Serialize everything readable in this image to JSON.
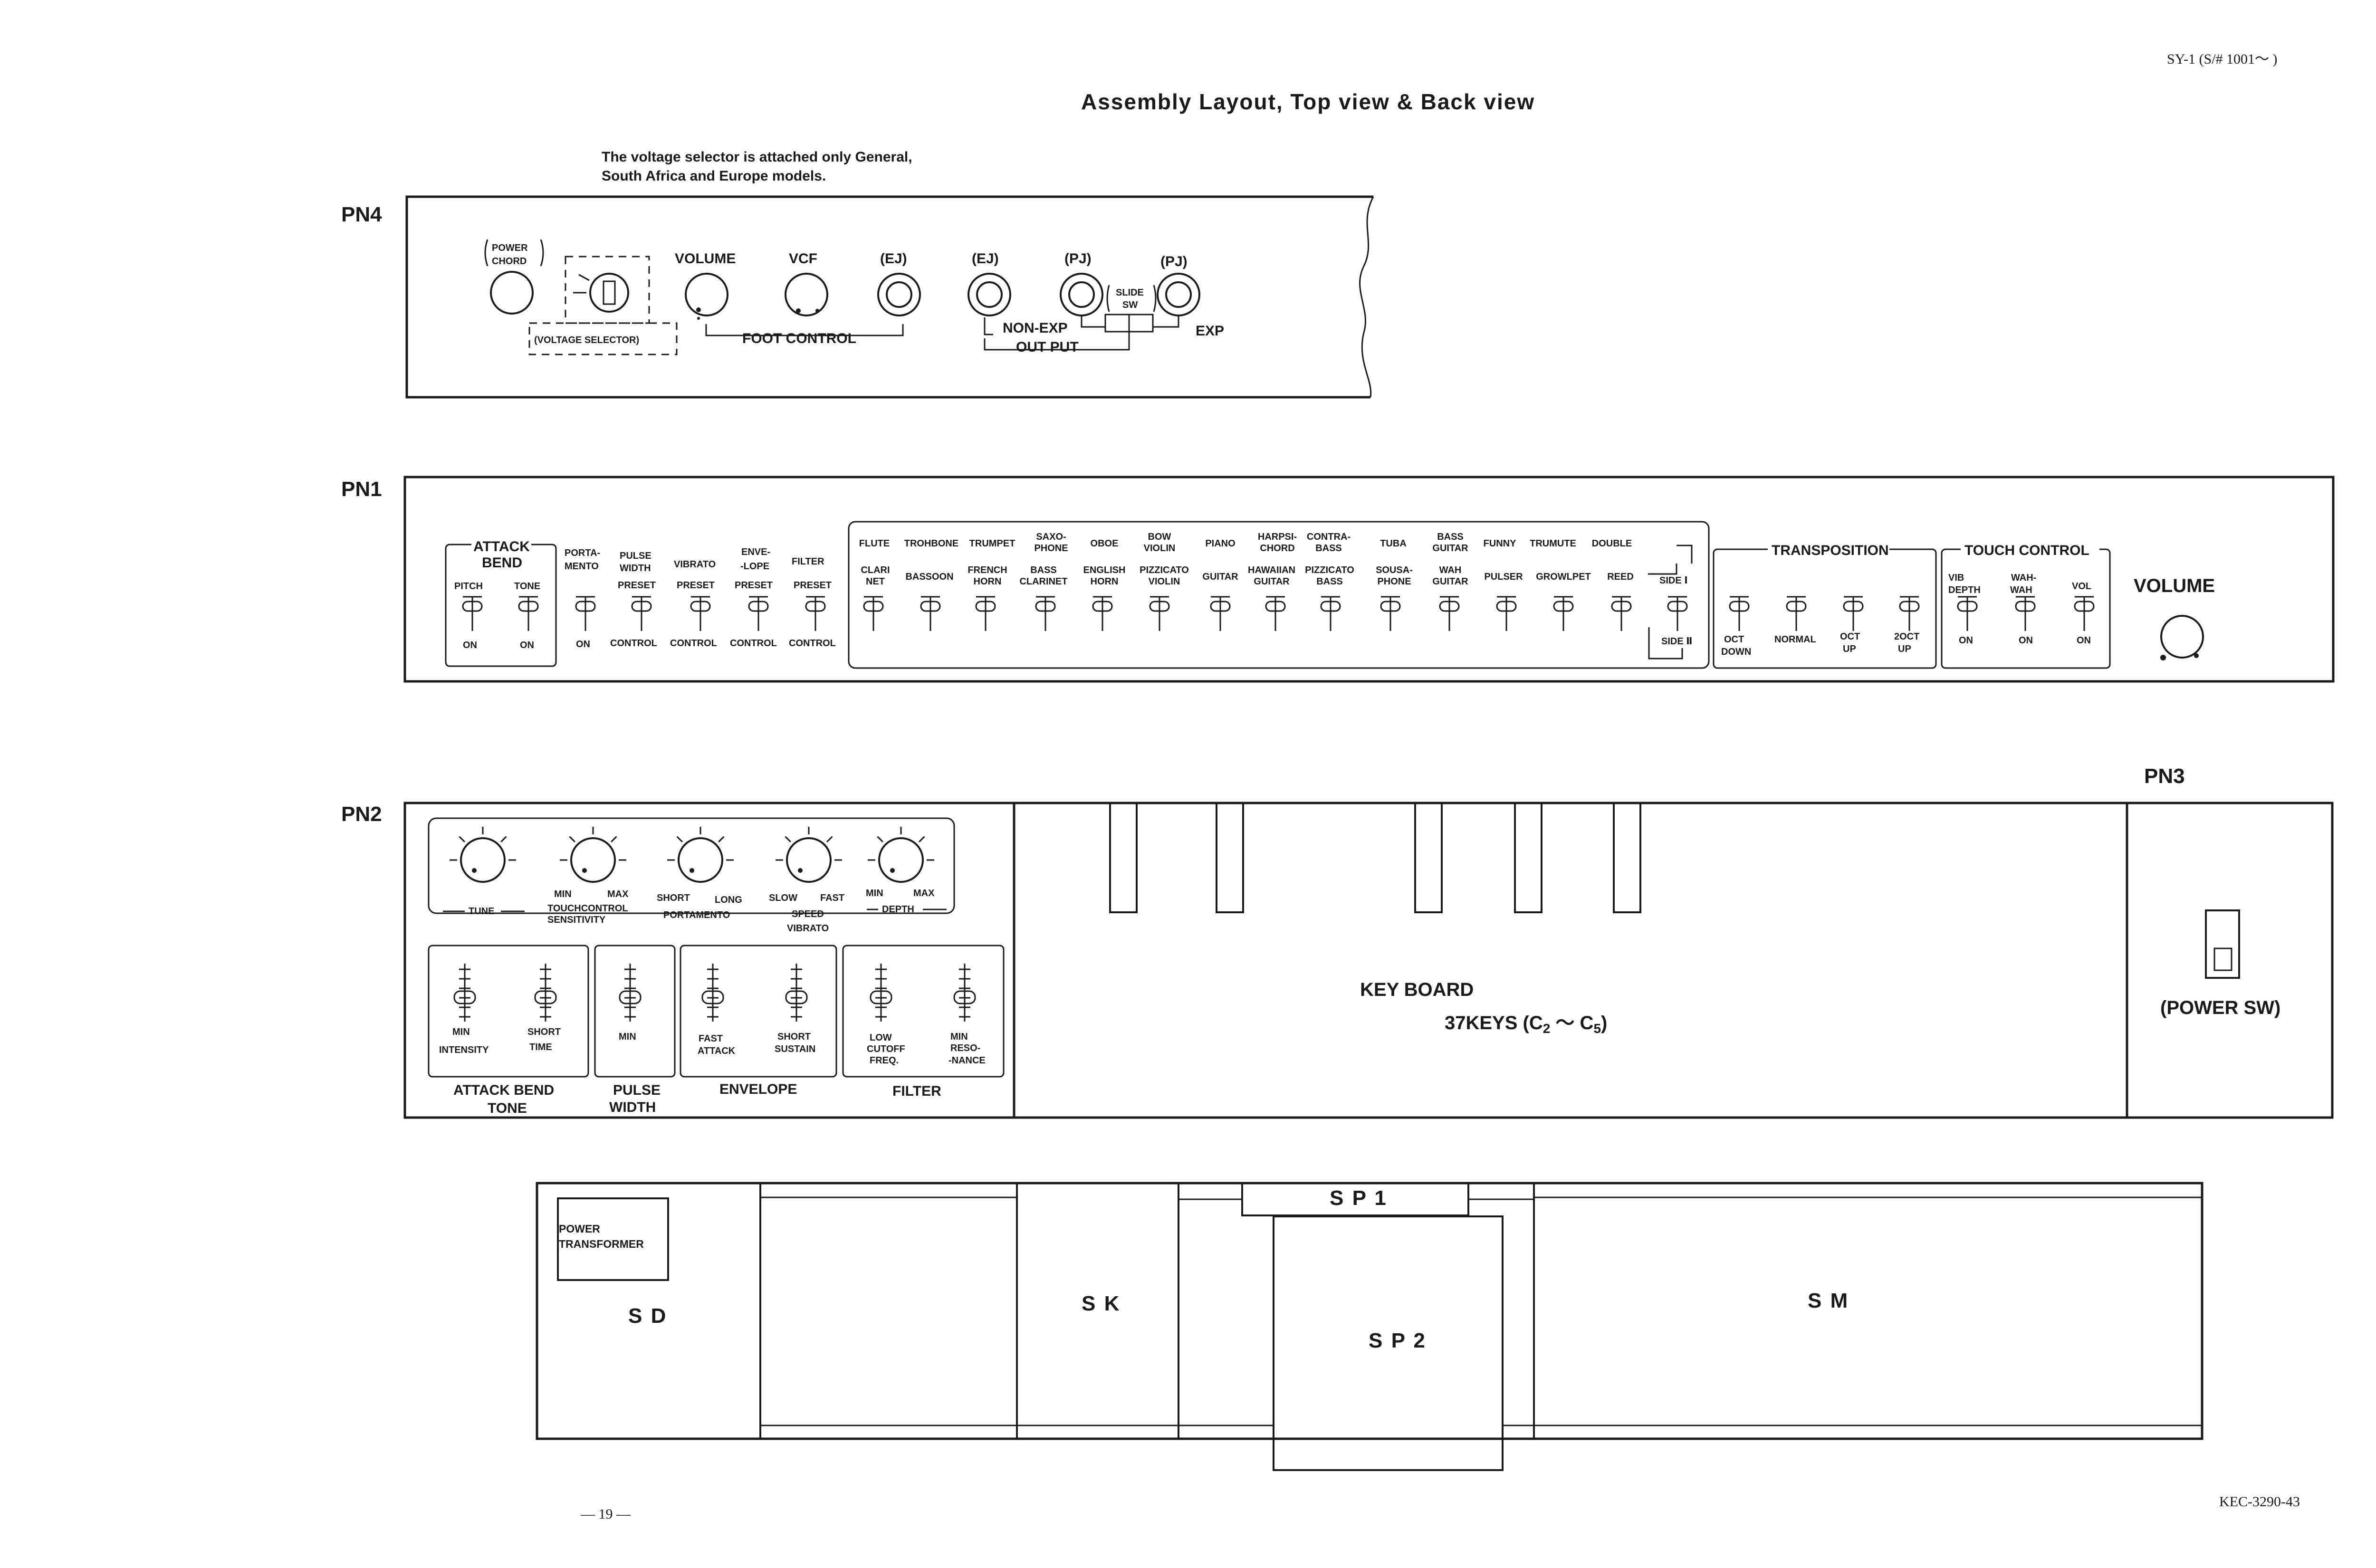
{
  "header": {
    "model": "SY-1 (S/# 1001～ )",
    "title": "Assembly Layout, Top view & Back view",
    "page_number": "— 19 —",
    "doc_code": "KEC-3290-43"
  },
  "pn4": {
    "label": "PN4",
    "note_line1": "The voltage selector is attached only General,",
    "note_line2": "South Africa and Europe models.",
    "power_chord_1": "POWER",
    "power_chord_2": "CHORD",
    "voltage_selector": "(VOLTAGE SELECTOR)",
    "volume": "VOLUME",
    "vcf": "VCF",
    "ej1": "(EJ)",
    "ej2": "(EJ)",
    "pj1": "(PJ)",
    "pj2": "(PJ)",
    "slide_sw_1": "SLIDE",
    "slide_sw_2": "SW",
    "foot_control": "FOOT CONTROL",
    "non_exp": "NON-EXP",
    "exp": "EXP",
    "out_put": "OUT PUT"
  },
  "pn1": {
    "label": "PN1",
    "attack_bend_1": "ATTACK",
    "attack_bend_2": "BEND",
    "pitch": "PITCH",
    "tone": "TONE",
    "on": "ON",
    "portamento_1": "PORTA-",
    "portamento_2": "MENTO",
    "pulse_1": "PULSE",
    "pulse_2": "WIDTH",
    "pulse_3": "PRESET",
    "vibrato_1": "VIBRATO",
    "vibrato_2": "PRESET",
    "envelope_1": "ENVE-",
    "envelope_2": "-LOPE",
    "envelope_3": "PRESET",
    "filter_1": "FILTER",
    "filter_2": "PRESET",
    "control": "CONTROL",
    "voices_top": [
      "FLUTE",
      "TROHBONE",
      "TRUMPET",
      "SAXO-|PHONE",
      "OBOE",
      "BOW|VIOLIN",
      "PIANO",
      "HARPSI-|CHORD",
      "CONTRA-|BASS",
      "TUBA",
      "BASS|GUITAR",
      "FUNNY",
      "TRUMUTE",
      "DOUBLE"
    ],
    "voices_bottom": [
      "CLARI|NET",
      "BASSOON",
      "FRENCH|HORN",
      "BASS|CLARINET",
      "ENGLISH|HORN",
      "PIZZICATO|VIOLIN",
      "GUITAR",
      "HAWAIIAN|GUITAR",
      "PIZZICATO|BASS",
      "SOUSA-|PHONE",
      "WAH|GUITAR",
      "PULSER",
      "GROWLPET",
      "REED"
    ],
    "side_1": "SIDE Ⅰ",
    "side_2": "SIDE Ⅱ",
    "transposition": "TRANSPOSITION",
    "oct_down_1": "OCT",
    "oct_down_2": "DOWN",
    "normal": "NORMAL",
    "oct_up_1": "OCT",
    "oct_up_2": "UP",
    "two_oct_up_1": "2OCT",
    "two_oct_up_2": "UP",
    "touch_control": "TOUCH CONTROL",
    "vib_depth_1": "VIB",
    "vib_depth_2": "DEPTH",
    "wah_1": "WAH-",
    "wah_2": "WAH",
    "vol": "VOL",
    "volume": "VOLUME"
  },
  "pn2": {
    "label": "PN2",
    "tune": "TUNE",
    "min": "MIN",
    "max": "MAX",
    "touchcontrol": "TOUCHCONTROL",
    "sensitivity": "SENSITIVITY",
    "short": "SHORT",
    "long": "LONG",
    "portamento": "PORTAMENTO",
    "slow": "SLOW",
    "fast": "FAST",
    "speed": "SPEED",
    "vibrato": "VIBRATO",
    "depth": "DEPTH",
    "intensity": "INTENSITY",
    "time": "TIME",
    "attack": "ATTACK",
    "sustain": "SUSTAIN",
    "low": "LOW",
    "cutoff": "CUTOFF",
    "freq": "FREQ.",
    "reso_1": "RESO-",
    "reso_2": "-NANCE",
    "attack_bend": "ATTACK BEND",
    "tone_label": "TONE",
    "pulse": "PULSE",
    "width": "WIDTH",
    "envelope": "ENVELOPE",
    "filter": "FILTER",
    "keyboard_1": "KEY BOARD",
    "keyboard_2_prefix": "37KEYS (C",
    "keyboard_sub_2": "2",
    "keyboard_mid": " ～ C",
    "keyboard_sub_5": "5",
    "keyboard_end": ")"
  },
  "pn3": {
    "label": "PN3",
    "power_sw": "(POWER SW)"
  },
  "back": {
    "power_transformer_1": "POWER",
    "power_transformer_2": "TRANSFORMER",
    "sd": "S D",
    "sk": "S K",
    "sp1": "S P 1",
    "sp2": "S P 2",
    "sm": "S M"
  }
}
